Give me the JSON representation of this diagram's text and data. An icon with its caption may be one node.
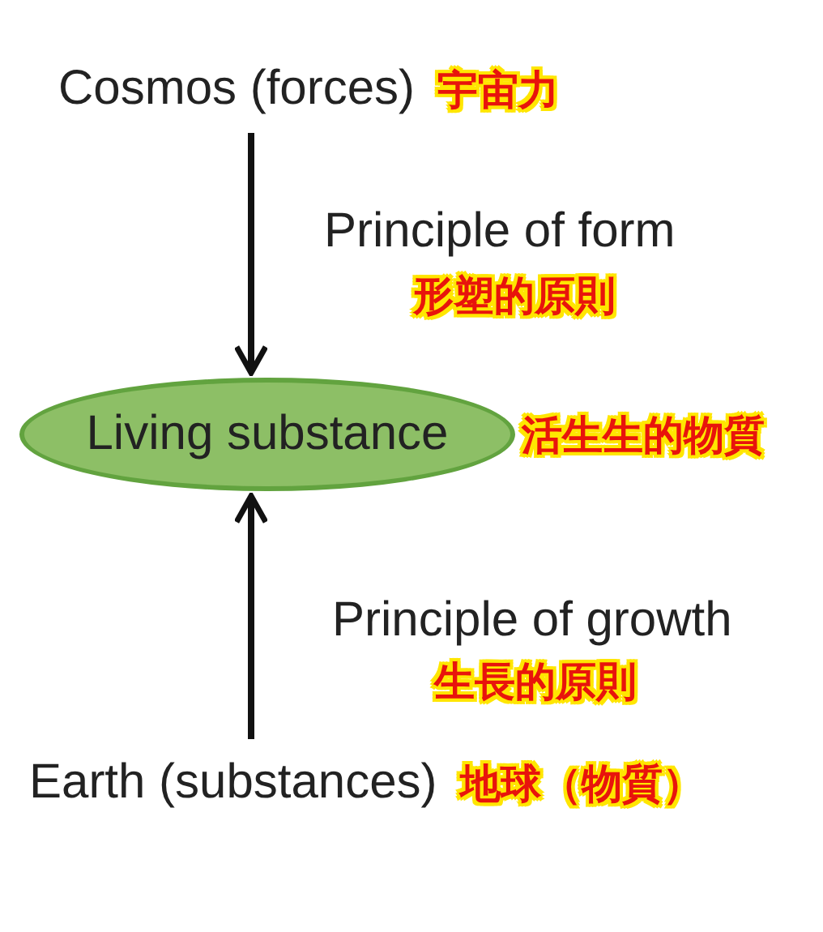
{
  "diagram": {
    "nodes": [
      {
        "text": [
          "Cosmos (forces)",
          "宇宙力"
        ]
      },
      {
        "text": [
          "Living substance"
        ],
        "beside": [
          "活生生的物質"
        ]
      },
      {
        "text": [
          "Earth (substances)",
          "地球（物質）"
        ]
      }
    ],
    "edges": [
      {
        "from": 0,
        "to": 1,
        "arrow": "to",
        "label": "Principle of form"
      },
      {
        "from": 2,
        "to": 1,
        "arrow": "to",
        "label": "Principle of growth"
      }
    ],
    "labels": [
      "形塑的原則",
      "生長的原則"
    ]
  }
}
